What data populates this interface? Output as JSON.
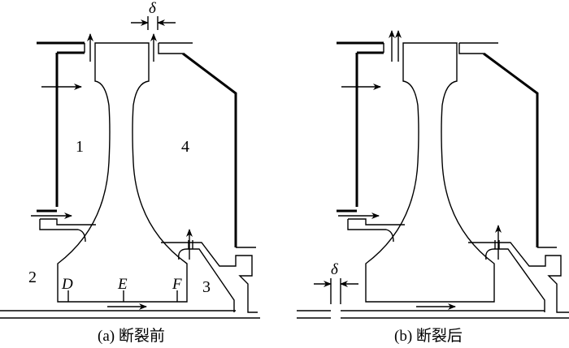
{
  "figure": {
    "panel_a": {
      "caption": "(a) 断裂前",
      "gap_label": "δ",
      "zones": [
        "1",
        "2",
        "3",
        "4"
      ],
      "points": [
        "D",
        "E",
        "F"
      ]
    },
    "panel_b": {
      "caption": "(b) 断裂后",
      "gap_label": "δ"
    }
  }
}
